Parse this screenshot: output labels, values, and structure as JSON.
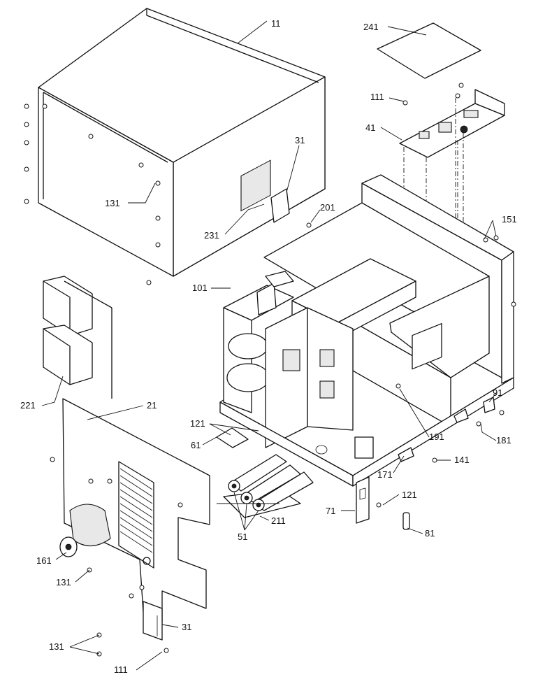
{
  "callouts": {
    "c11": "11",
    "c241": "241",
    "c111a": "111",
    "c41": "41",
    "c31a": "31",
    "c131a": "131",
    "c201": "201",
    "c231": "231",
    "c151": "151",
    "c101": "101",
    "c221": "221",
    "c21": "21",
    "c121a": "121",
    "c61": "61",
    "c91": "91",
    "c181": "181",
    "c191": "191",
    "c141": "141",
    "c171": "171",
    "c121b": "121",
    "c71": "71",
    "c211": "211",
    "c51": "51",
    "c81": "81",
    "c161": "161",
    "c131b": "131",
    "c131c": "131",
    "c31b": "31",
    "c111b": "111"
  }
}
